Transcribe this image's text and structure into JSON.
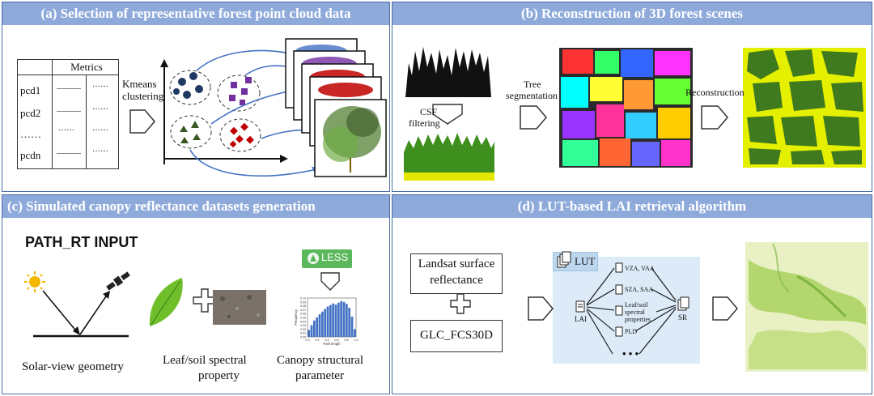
{
  "panels": {
    "a": {
      "title": "(a) Selection of representative forest point cloud data"
    },
    "b": {
      "title": "(b) Reconstruction of 3D forest scenes"
    },
    "c": {
      "title": "(c) Simulated canopy reflectance datasets generation"
    },
    "d": {
      "title": "(d) LUT-based LAI retrieval algorithm"
    }
  },
  "panel_a": {
    "metrics_header": "Metrics",
    "rows": [
      {
        "name": "pcd1",
        "c1": "———",
        "c2": "······"
      },
      {
        "name": "pcd2",
        "c1": "———",
        "c2": "······"
      },
      {
        "name": "……",
        "c1": "······",
        "c2": "······"
      },
      {
        "name": "pcdn",
        "c1": "———",
        "c2": "······"
      }
    ],
    "method_line1": "Kmeans",
    "method_line2": "clustering"
  },
  "panel_b": {
    "csf_line1": "CSF",
    "csf_line2": "filtering",
    "tree_line1": "Tree",
    "tree_line2": "segmentation",
    "recon_label": "Reconstruction"
  },
  "panel_c": {
    "input_title": "PATH_RT INPUT",
    "geom_label": "Solar-view geometry",
    "spec_line1": "Leaf/soil spectral",
    "spec_line2": "property",
    "struct_line1": "Canopy structural",
    "struct_line2": "parameter",
    "less_label": "LESS",
    "hist": {
      "ylabel": "Frequency",
      "xlabel": "Path length",
      "yticks": [
        "0.10",
        "0.09",
        "0.08",
        "0.07",
        "0.06",
        "0.05",
        "0.04",
        "0.03",
        "0.02",
        "0.01",
        "0.00"
      ],
      "xticks": [
        "0.0",
        "0.2",
        "0.4",
        "0.6",
        "0.8",
        "1.0"
      ],
      "values": [
        0.018,
        0.03,
        0.042,
        0.05,
        0.058,
        0.065,
        0.072,
        0.078,
        0.082,
        0.086,
        0.083,
        0.088,
        0.092,
        0.09,
        0.085,
        0.075,
        0.052,
        0.02
      ]
    }
  },
  "panel_d": {
    "landsat_line1": "Landsat surface",
    "landsat_line2": "reflectance",
    "glc_label": "GLC_FCS30D",
    "lut_label": "LUT",
    "lai_label": "LAI",
    "sr_label": "SR",
    "params": [
      "VZA, VAA",
      "SZA, SAA",
      "Leaf/soil spectral properties",
      "PLD"
    ],
    "more": "• • •"
  },
  "colors": {
    "header_bg": "#8eaadb",
    "border": "#4a6fa5",
    "lut_bg": "#dcebf7",
    "less_green": "#5cb85c"
  }
}
